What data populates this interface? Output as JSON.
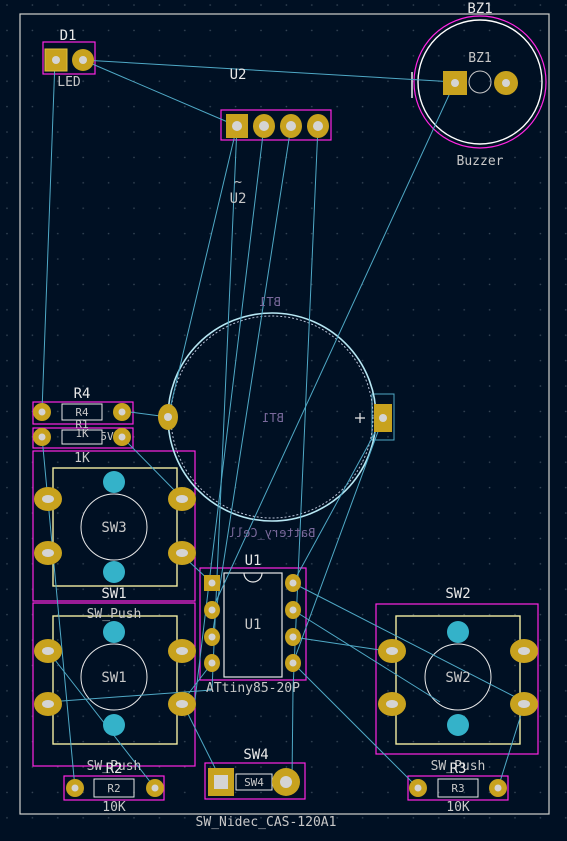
{
  "colors": {
    "background": "#001023",
    "edge_cuts": "#d0d2cd",
    "ratsnest": "#4fa9c6",
    "courtyard": "#ff26e2",
    "pad_copper": "#c8a21e",
    "pad_hole": "#d4d4d4",
    "npth_hole": "#34b2c9",
    "silkscreen": "#f2eda1",
    "silkscreen_body": "#e8e8e8",
    "back_silk": "#7a6a9c"
  },
  "components": {
    "D1": {
      "ref": "D1",
      "value": "LED"
    },
    "BZ1": {
      "ref": "BZ1",
      "ref_fab": "BZ1",
      "value": "Buzzer"
    },
    "U2": {
      "ref": "U2",
      "value": "~",
      "ref_fab": "U2"
    },
    "BT1": {
      "ref": "BT1",
      "ref_fab": "BT1",
      "value": "Battery_Cell",
      "plus": "+"
    },
    "R4": {
      "ref": "R4",
      "ref_fab": "R4",
      "value": "1K"
    },
    "R1": {
      "ref": "R1",
      "ref_fab": "R1",
      "value": "1K",
      "overlap": "5V"
    },
    "SW3": {
      "ref": "SW3",
      "value": "SW_Push"
    },
    "SW1": {
      "ref": "SW1",
      "ref_fab": "SW1",
      "value": "SW_Push"
    },
    "U1": {
      "ref": "U1",
      "ref_fab": "U1",
      "value": "ATtiny85-20P"
    },
    "SW2": {
      "ref": "SW2",
      "ref_fab": "SW2",
      "value": "SW_Push"
    },
    "SW4": {
      "ref": "SW4",
      "ref_fab": "SW4",
      "value": "SW_Nidec_CAS-120A1"
    },
    "R2": {
      "ref": "R2",
      "ref_fab": "R2",
      "value": "10K"
    },
    "R3": {
      "ref": "R3",
      "ref_fab": "R3",
      "value": "10K"
    }
  }
}
